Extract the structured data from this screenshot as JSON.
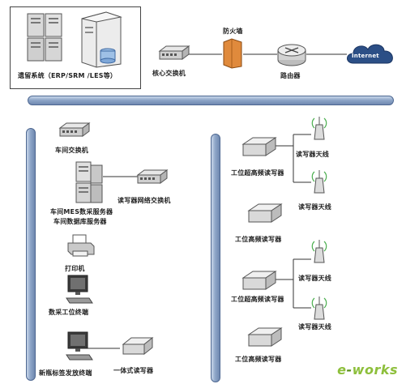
{
  "top_system": {
    "label": "遗留系统（ERP/SRM /LES等）"
  },
  "core_switch": {
    "label": "核心交换机"
  },
  "firewall": {
    "label": "防火墙"
  },
  "router": {
    "label": "路由器"
  },
  "internet": {
    "label": "Internet"
  },
  "left_column": {
    "workshop_switch": "车间交换机",
    "mes_server": "车间MES数采服务器",
    "db_server": "车间数据库服务器",
    "reader_switch": "读写器网络交换机",
    "printer": "打印机",
    "collect_terminal": "数采工位终端",
    "tag_terminal": "新瓶标签发放终端",
    "integrated_reader": "一体式读写器"
  },
  "right_column": {
    "uhf_reader_1": "工位超高频读写器",
    "antenna_1a": "读写器天线",
    "antenna_1b": "读写器天线",
    "hf_reader_1": "工位高频读写器",
    "uhf_reader_2": "工位超高频读写器",
    "antenna_2a": "读写器天线",
    "antenna_2b": "读写器天线",
    "hf_reader_2": "工位高频读写器"
  },
  "watermark": {
    "prefix": "e",
    "suffix": "works"
  },
  "colors": {
    "bus": "#8ea6c8",
    "firewall": "#e08a3c",
    "internet": "#2c4f86",
    "watermark": "#8dbf3b"
  }
}
